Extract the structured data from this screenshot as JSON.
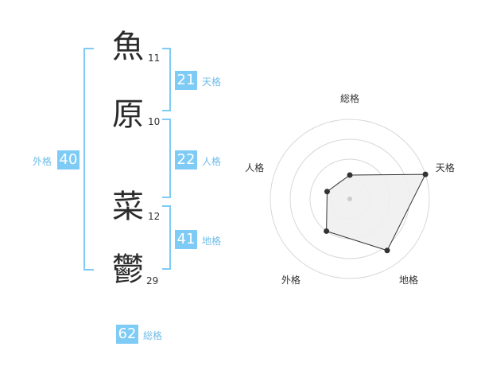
{
  "characters": [
    {
      "char": "魚",
      "strokes": "11"
    },
    {
      "char": "原",
      "strokes": "10"
    },
    {
      "char": "菜",
      "strokes": "12"
    },
    {
      "char": "鬱",
      "strokes": "29"
    }
  ],
  "fortunes": {
    "tenkaku": {
      "value": "21",
      "label": "天格"
    },
    "jinkaku": {
      "value": "22",
      "label": "人格"
    },
    "chikaku": {
      "value": "41",
      "label": "地格"
    },
    "gaikaku": {
      "value": "40",
      "label": "外格"
    },
    "soukaku": {
      "value": "62",
      "label": "総格"
    }
  },
  "colors": {
    "accent": "#7ecbf5",
    "bracket": "#7ecbf5",
    "label": "#6fbde8",
    "radar_fill": "#f0f0f0",
    "radar_line": "#333333"
  },
  "chart_data": {
    "type": "radar",
    "axes": [
      "総格",
      "天格",
      "地格",
      "外格",
      "人格"
    ],
    "values": [
      1.5,
      5,
      4,
      2.5,
      1.5
    ],
    "range": [
      0,
      5
    ],
    "rings": 4,
    "grid": true
  }
}
